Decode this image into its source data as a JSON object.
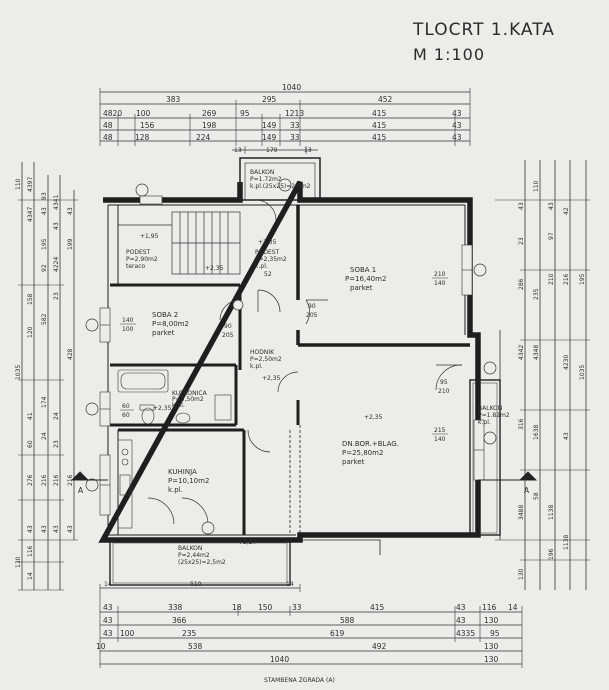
{
  "title": {
    "main": "TLOCRT   1.KATA",
    "scale": "M   1:100"
  },
  "top_dims": {
    "r0": [
      "1040"
    ],
    "r1": [
      "383",
      "295",
      "452"
    ],
    "r2": [
      "4820",
      "100",
      "269",
      "95",
      "1213",
      "415",
      "43"
    ],
    "r3": [
      "48",
      "156",
      "198",
      "149",
      "33",
      "415",
      "43"
    ],
    "r4": [
      "48",
      "128",
      "224",
      "149",
      "33",
      "415",
      "43"
    ],
    "r5": [
      "13",
      "179",
      "13"
    ]
  },
  "bottom_dims": {
    "r1": [
      "43",
      "338",
      "18",
      "150",
      "33",
      "415",
      "43",
      "116",
      "14"
    ],
    "r2": [
      "43",
      "366",
      "588",
      "43",
      "130"
    ],
    "r3": [
      "43",
      "100",
      "235",
      "619",
      "4335",
      "95"
    ],
    "r4": [
      "10",
      "538",
      "492",
      "130"
    ],
    "r5": [
      "1040",
      "130"
    ],
    "caption": "STAMBENA ZGRADA (A)",
    "balc": [
      "14",
      "510",
      "14"
    ]
  },
  "left_dims": {
    "c1": [
      "110",
      "1035",
      "130"
    ],
    "c2": [
      "4397",
      "4347",
      "158",
      "120",
      "41",
      "60",
      "276",
      "43",
      "116",
      "14"
    ],
    "c3": [
      "93",
      "43",
      "195",
      "92",
      "582",
      "174",
      "24",
      "216",
      "43"
    ],
    "c4": [
      "4341",
      "43",
      "4224",
      "23",
      "24",
      "23",
      "216",
      "43"
    ],
    "c5": [
      "43",
      "199",
      "428",
      "216",
      "43"
    ]
  },
  "right_dims": {
    "c1": [
      "43",
      "23",
      "286",
      "4342",
      "316",
      "3488",
      "130"
    ],
    "c2": [
      "110",
      "235",
      "210",
      "4348",
      "1638",
      "58",
      "1138",
      "196"
    ],
    "c3": [
      "43",
      "97",
      "42",
      "216",
      "4230",
      "43",
      "1138"
    ],
    "c4": [
      "195",
      "1035"
    ]
  },
  "rooms": {
    "balkon_top": {
      "name": "BALKON",
      "area": "P=1.72m2",
      "floor": "k.pl.(25x25)=2,8m2"
    },
    "balkon_right": {
      "name": "BALKON",
      "area": "P=1.82m2",
      "floor": "k.pl."
    },
    "balkon_bottom": {
      "name": "BALKON",
      "area": "P=2,44m2",
      "floor": "(25x25)=2,5m2"
    },
    "stair_landing": {
      "name": "PODEST",
      "area": "P=2,90m2",
      "floor": "teraco"
    },
    "landing": {
      "name": "PODEST",
      "area": "P=2,35m2",
      "floor": "k.pl."
    },
    "soba1": {
      "name": "SOBA  1",
      "area": "P=16,40m2",
      "floor": "parket"
    },
    "soba2": {
      "name": "SOBA  2",
      "area": "P=8,00m2",
      "floor": "parket"
    },
    "hall": {
      "name": "HODNIK",
      "area": "P=2,50m2",
      "floor": "k.pl."
    },
    "bath": {
      "name": "KUPAONICA",
      "area": "P=5,50m2",
      "floor": "k.pl."
    },
    "living": {
      "name": "DN.BOR.+BLAG.",
      "area": "P=25,80m2",
      "floor": "parket"
    },
    "kitchen": {
      "name": "KUHINJA",
      "area": "P=10,10m2",
      "floor": "k.pl."
    }
  },
  "levels": [
    "+1,95",
    "+2,35",
    "+2,35",
    "+2,35",
    "+2,35",
    "+2,27",
    "+2,35"
  ],
  "openings": [
    {
      "w": "210",
      "h": "140"
    },
    {
      "w": "140",
      "h": "100"
    },
    {
      "w": "90",
      "h": "205"
    },
    {
      "w": "90",
      "h": "205"
    },
    {
      "w": "95",
      "h": "210"
    },
    {
      "w": "215",
      "h": "140"
    },
    {
      "w": "60",
      "h": "60"
    },
    {
      "w": "52"
    }
  ],
  "section_mark": "A"
}
